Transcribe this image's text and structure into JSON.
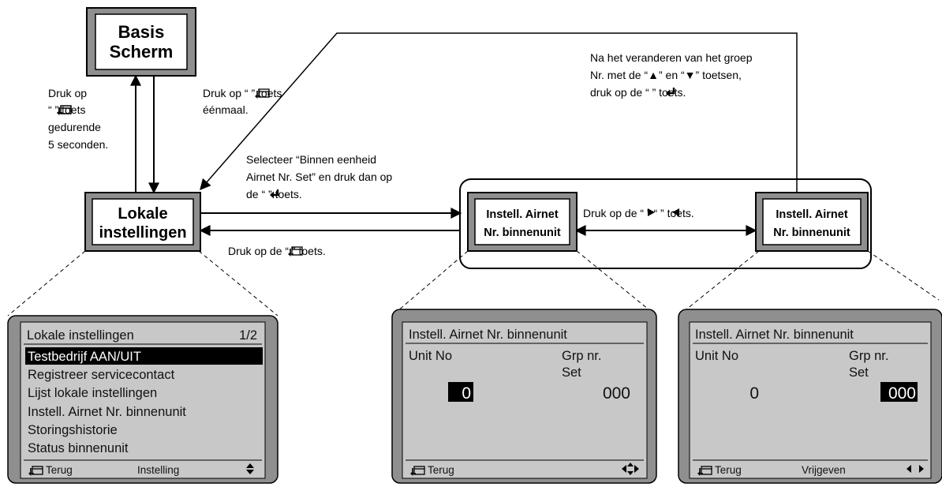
{
  "boxes": {
    "basis": {
      "line1": "Basis",
      "line2": "Scherm"
    },
    "lokale": {
      "line1": "Lokale",
      "line2": "instellingen"
    },
    "airnet_a": {
      "line1": "Instell. Airnet",
      "line2": "Nr. binnenunit"
    },
    "airnet_b": {
      "line1": "Instell. Airnet",
      "line2": "Nr. binnenunit"
    }
  },
  "labels": {
    "hold": [
      "Druk op",
      "“ ” toets",
      "gedurende",
      "5 seconden."
    ],
    "once": [
      "Druk op “ ” toets",
      "éénmaal."
    ],
    "select": [
      "Selecteer “Binnen eenheid",
      "Airnet Nr. Set” en druk dan op",
      "de “ ” toets."
    ],
    "back": "Druk op de “ ” toets.",
    "lr": "Druk op de “ ” “ ” toets.",
    "change": [
      "Na het veranderen van het groep",
      "Nr. met de “▲” en “▼” toetsen,",
      "druk op de “ ” toets."
    ]
  },
  "screen1": {
    "title": "Lokale instellingen",
    "page": "1/2",
    "items": [
      "Testbedrijf AAN/UIT",
      "Registreer servicecontact",
      "Lijst lokale instellingen",
      "Instell. Airnet Nr. binnenunit",
      "Storingshistorie",
      "Status binnenunit"
    ],
    "footer": {
      "back": "Terug",
      "center": "Instelling",
      "arrows": "▲▼"
    }
  },
  "screen2": {
    "title": "Instell. Airnet Nr. binnenunit",
    "unit_label": "Unit No",
    "grp_label": "Grp nr.",
    "set_label": "Set",
    "unit_value": "0",
    "grp_value": "000",
    "footer": {
      "back": "Terug",
      "center": "",
      "arrows": "◀▲▼▶"
    }
  },
  "screen3": {
    "title": "Instell. Airnet Nr. binnenunit",
    "unit_label": "Unit No",
    "grp_label": "Grp nr.",
    "set_label": "Set",
    "unit_value": "0",
    "grp_value": "000",
    "footer": {
      "back": "Terug",
      "center": "Vrijgeven",
      "arrows": "◀ ▶"
    }
  },
  "colors": {
    "box_fill": "#8f8f8f",
    "screen_fill": "#c8c8c8",
    "highlight": "#000000"
  }
}
